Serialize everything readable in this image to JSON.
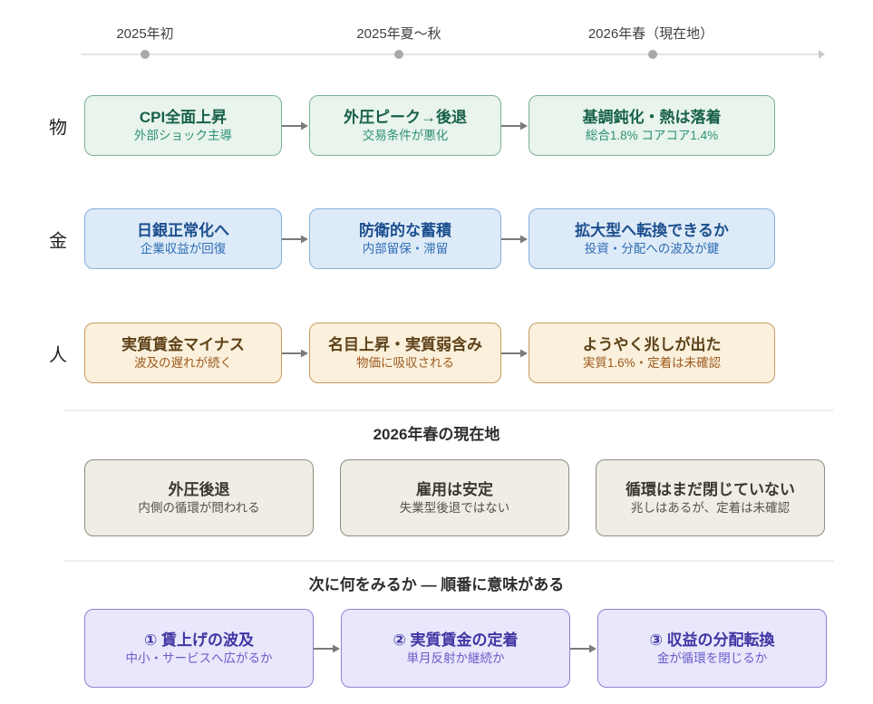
{
  "timeline": {
    "milestones": [
      {
        "label": "2025年初"
      },
      {
        "label": "2025年夏～秋"
      },
      {
        "label": "2026年春（現在地）"
      }
    ]
  },
  "flow_rows": [
    {
      "label": "物",
      "theme": "green",
      "boxes": [
        {
          "title": "CPI全面上昇",
          "subtitle": "外部ショック主導"
        },
        {
          "title": "外圧ピーク→後退",
          "subtitle": "交易条件が悪化"
        },
        {
          "title": "基調鈍化・熱は落着",
          "subtitle": "総合1.8% コアコア1.4%"
        }
      ]
    },
    {
      "label": "金",
      "theme": "blue",
      "boxes": [
        {
          "title": "日銀正常化へ",
          "subtitle": "企業収益が回復"
        },
        {
          "title": "防衛的な蓄積",
          "subtitle": "内部留保・滞留"
        },
        {
          "title": "拡大型へ転換できるか",
          "subtitle": "投資・分配への波及が鍵"
        }
      ]
    },
    {
      "label": "人",
      "theme": "tan",
      "boxes": [
        {
          "title": "実質賃金マイナス",
          "subtitle": "波及の遅れが続く"
        },
        {
          "title": "名目上昇・実質弱含み",
          "subtitle": "物価に吸収される"
        },
        {
          "title": "ようやく兆しが出た",
          "subtitle": "実質1.6%・定着は未確認"
        }
      ]
    }
  ],
  "current_state": {
    "heading": "2026年春の現在地",
    "cards": [
      {
        "title": "外圧後退",
        "subtitle": "内側の循環が問われる"
      },
      {
        "title": "雇用は安定",
        "subtitle": "失業型後退ではない"
      },
      {
        "title": "循環はまだ閉じていない",
        "subtitle": "兆しはあるが、定着は未確認"
      }
    ]
  },
  "next_watch": {
    "heading": "次に何をみるか — 順番に意味がある",
    "cards": [
      {
        "title": "① 賃上げの波及",
        "subtitle": "中小・サービスへ広がるか"
      },
      {
        "title": "② 実質賃金の定着",
        "subtitle": "単月反射か継続か"
      },
      {
        "title": "③ 収益の分配転換",
        "subtitle": "金が循環を閉じるか"
      }
    ]
  },
  "colors": {
    "green_bg": "#e8f4ec",
    "green_border": "#7bb193",
    "green_title": "#17614b",
    "green_subtitle": "#2e9078",
    "blue_bg": "#ddeaf7",
    "blue_border": "#84b0d9",
    "blue_title": "#1b4f8e",
    "blue_subtitle": "#2e6db4",
    "tan_bg": "#faf0dc",
    "tan_border": "#c59b61",
    "tan_title": "#5e4118",
    "tan_subtitle": "#9e5a1e",
    "gray_bg": "#efede4",
    "gray_border": "#8f8d83",
    "purple_bg": "#e9e7fb",
    "purple_border": "#8d82d2",
    "purple_title": "#3f35a3",
    "purple_subtitle": "#6a5cc8",
    "arrow": "#7a7a7a",
    "timeline_line": "#e3e3e3",
    "timeline_dot": "#a9a9a9"
  }
}
